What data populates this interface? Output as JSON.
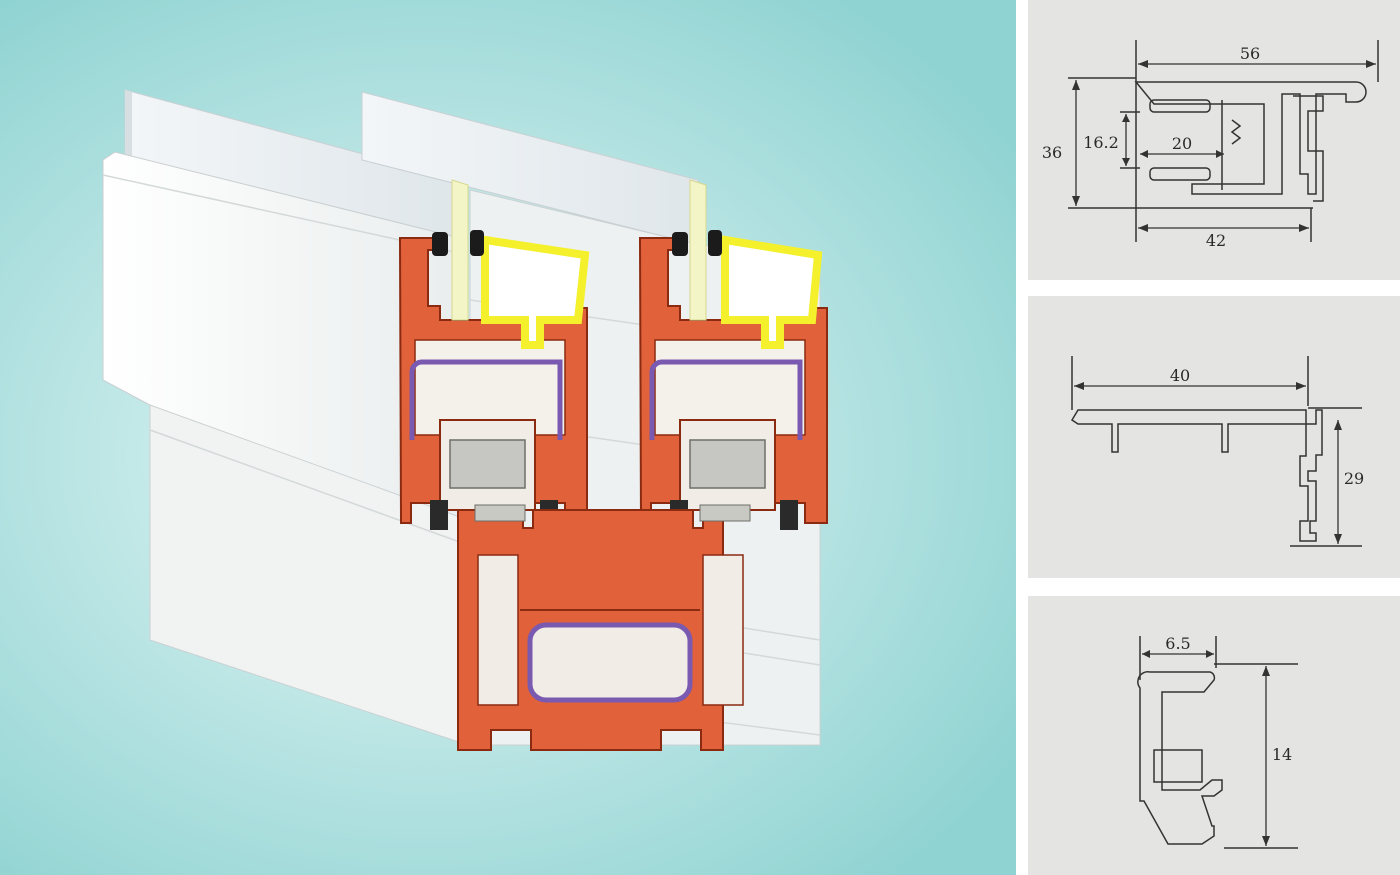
{
  "colors": {
    "background_main": "#9ed9d8",
    "profile_frame": "#e0613a",
    "profile_outline": "#8a2a10",
    "glazing_bead": "#f4f02c",
    "reinforcement": "#7a5ab0",
    "panel_white": "#f7f8f8",
    "drawing_line": "#333333",
    "side_panel_bg": "#e4e4e2"
  },
  "drawings": [
    {
      "id": "sash-profile",
      "dimensions": {
        "top_width": "56",
        "height": "36",
        "inner_height": "16.2",
        "inner_width": "20",
        "bottom_width": "42"
      }
    },
    {
      "id": "frame-profile",
      "dimensions": {
        "width": "40",
        "height": "29"
      }
    },
    {
      "id": "bead-profile",
      "dimensions": {
        "width": "6.5",
        "height": "14"
      }
    }
  ]
}
